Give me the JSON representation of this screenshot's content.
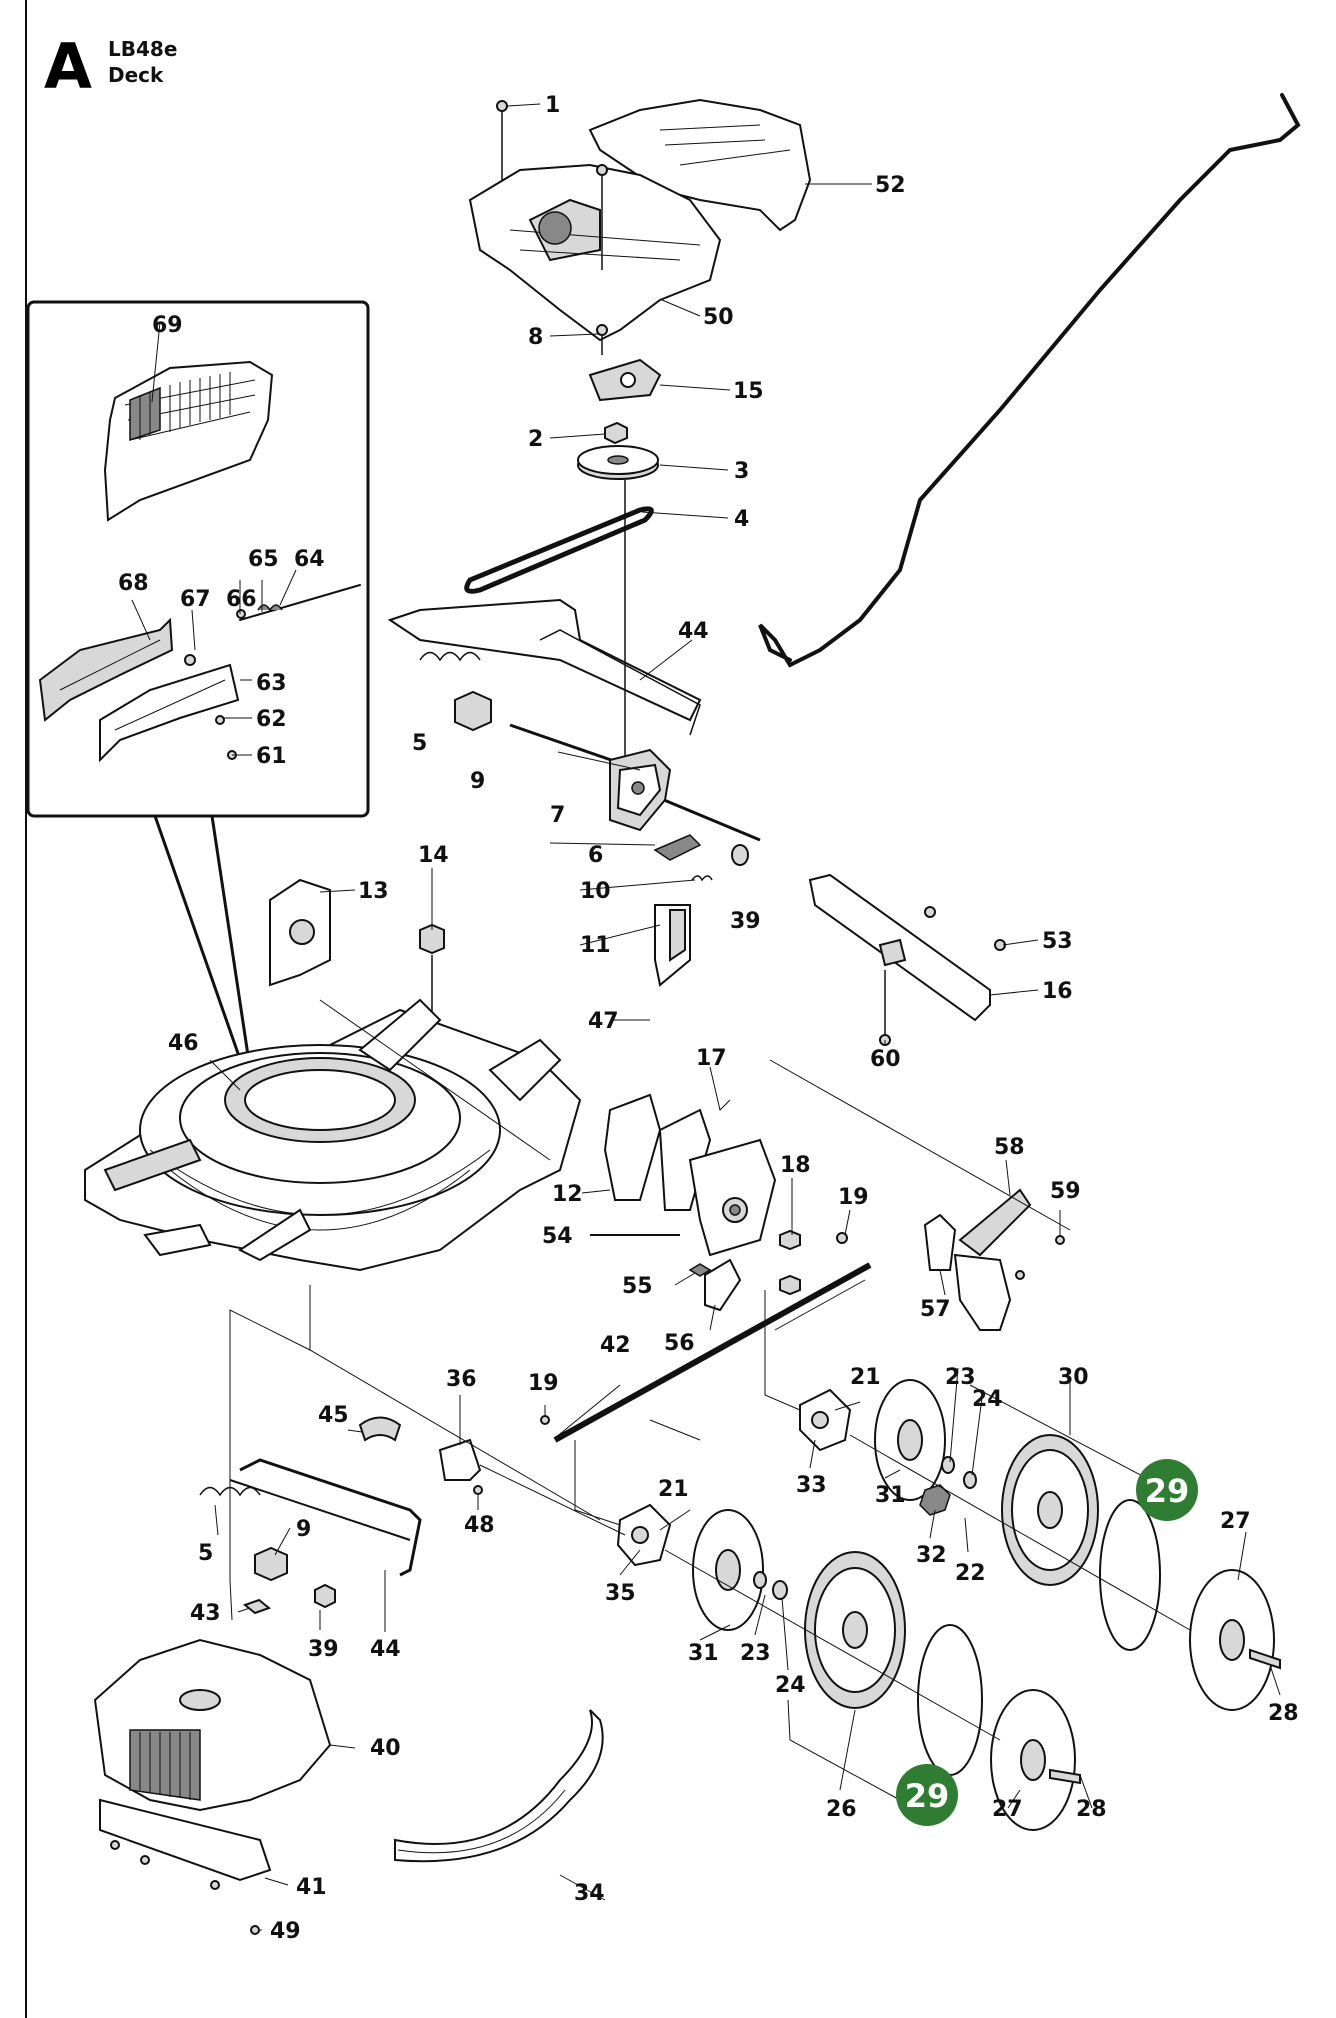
{
  "header": {
    "letter": "A",
    "model": "LB48e",
    "section": "Deck"
  },
  "highlight_color": "#2e7d32",
  "callouts": {
    "c1": "1",
    "c2": "2",
    "c3": "3",
    "c4": "4",
    "c5a": "5",
    "c5b": "5",
    "c6": "6",
    "c7": "7",
    "c8": "8",
    "c9a": "9",
    "c9b": "9",
    "c10": "10",
    "c11": "11",
    "c12": "12",
    "c13": "13",
    "c14": "14",
    "c15": "15",
    "c16": "16",
    "c17": "17",
    "c18": "18",
    "c19a": "19",
    "c19b": "19",
    "c21a": "21",
    "c21b": "21",
    "c22": "22",
    "c23a": "23",
    "c23b": "23",
    "c24a": "24",
    "c24b": "24",
    "c26": "26",
    "c27a": "27",
    "c27b": "27",
    "c28a": "28",
    "c28b": "28",
    "c30": "30",
    "c31a": "31",
    "c31b": "31",
    "c32": "32",
    "c33": "33",
    "c34": "34",
    "c35": "35",
    "c36": "36",
    "c39a": "39",
    "c39b": "39",
    "c40": "40",
    "c41": "41",
    "c42": "42",
    "c43": "43",
    "c44a": "44",
    "c44b": "44",
    "c45": "45",
    "c46": "46",
    "c47": "47",
    "c48": "48",
    "c49": "49",
    "c50": "50",
    "c52": "52",
    "c53": "53",
    "c54": "54",
    "c55": "55",
    "c56": "56",
    "c57": "57",
    "c58": "58",
    "c59": "59",
    "c60": "60",
    "c61": "61",
    "c62": "62",
    "c63": "63",
    "c64": "64",
    "c65": "65",
    "c66": "66",
    "c67": "67",
    "c68": "68",
    "c69": "69",
    "h29a": "29",
    "h29b": "29"
  }
}
